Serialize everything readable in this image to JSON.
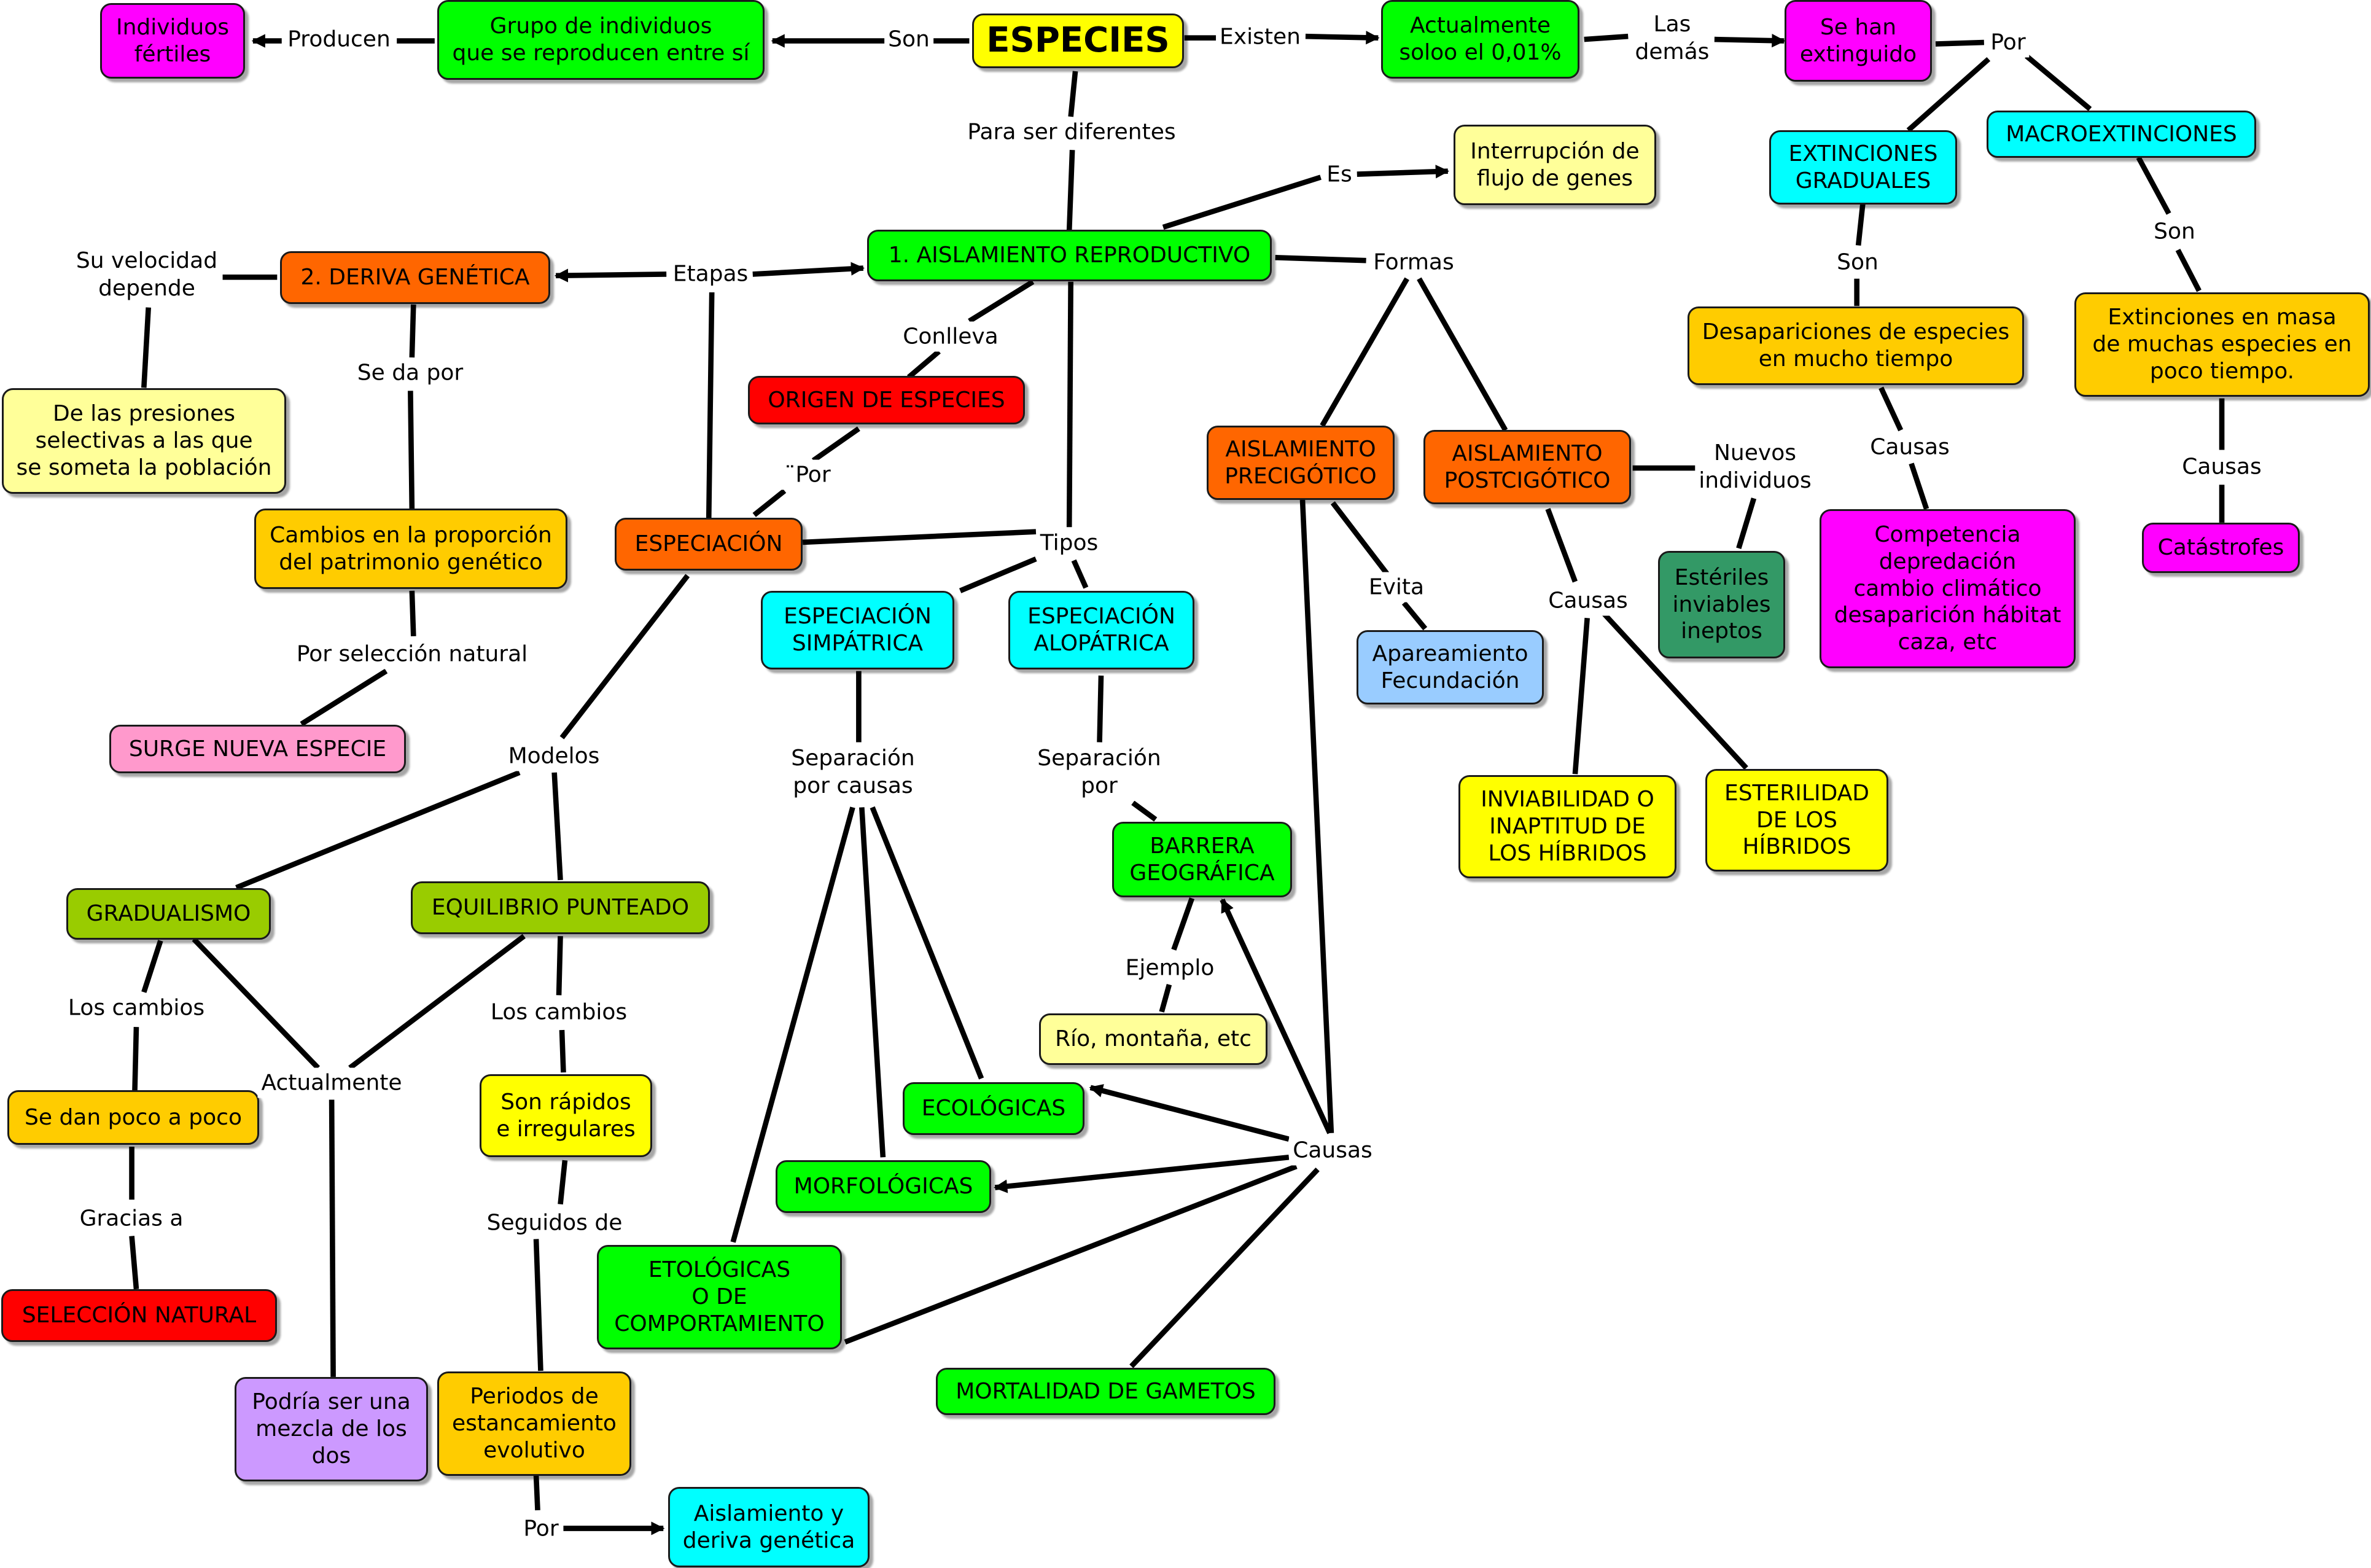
{
  "colors": {
    "yellow_title": "#ffff00",
    "green": "#00ff00",
    "magenta": "#ff00ff",
    "pale_yellow": "#ffff99",
    "orange_dark": "#ff6600",
    "red": "#ff0000",
    "cyan": "#00ffff",
    "amber": "#ffcc00",
    "yellow": "#ffff00",
    "yellow_green": "#99cc00",
    "pink": "#ff99cc",
    "light_blue": "#99ccff",
    "sea_green": "#339966",
    "lavender": "#cc99ff"
  },
  "nodes": {
    "especies": "ESPECIES",
    "grupo": "Grupo de individuos\nque se reproducen entre sí",
    "individuos_fertiles": "Individuos\nfértiles",
    "actualmente": "Actualmente\nsoloo el 0,01%",
    "extinguido": "Se han\nextinguido",
    "ext_graduales": "EXTINCIONES\nGRADUALES",
    "macroext": "MACROEXTINCIONES",
    "desapariciones": "Desapariciones de especies\nen mucho tiempo",
    "ext_masa": "Extinciones en masa\nde muchas especies en\npoco tiempo.",
    "competencia": "Competencia\ndepredación\ncambio climático\ndesaparición hábitat\ncaza, etc",
    "catastrofes": "Catástrofes",
    "interrupcion": "Interrupción de\nflujo de genes",
    "aislamiento_rep": "1. AISLAMIENTO REPRODUCTIVO",
    "deriva": "2. DERIVA GENÉTICA",
    "presiones": "De las presiones\nselectivas a las que\nse someta la población",
    "cambios_prop": "Cambios en la proporción\ndel patrimonio genético",
    "surge": "SURGE NUEVA ESPECIE",
    "origen": "ORIGEN DE ESPECIES",
    "especiacion": "ESPECIACIÓN",
    "simpatrica": "ESPECIACIÓN\nSIMPÁTRICA",
    "alopatrica": "ESPECIACIÓN\nALOPÁTRICA",
    "barrera": "BARRERA\nGEOGRÁFICA",
    "rio": "Río, montaña, etc",
    "ecologicas": "ECOLÓGICAS",
    "morfologicas": "MORFOLÓGICAS",
    "etologicas": "ETOLÓGICAS\nO DE\nCOMPORTAMIENTO",
    "mortalidad": "MORTALIDAD DE GAMETOS",
    "precigotico": "AISLAMIENTO\nPRECIGÓTICO",
    "postcigotico": "AISLAMIENTO\nPOSTCIGÓTICO",
    "apareamiento": "Apareamiento\nFecundación",
    "esteriles": "Estériles\ninviables\nineptos",
    "inviabilidad": "INVIABILIDAD O\nINAPTITUD DE\nLOS HÍBRIDOS",
    "esterilidad": "ESTERILIDAD\nDE LOS\nHÍBRIDOS",
    "gradualismo": "GRADUALISMO",
    "equilibrio": "EQUILIBRIO PUNTEADO",
    "poco_a_poco": "Se dan poco a poco",
    "seleccion": "SELECCIÓN NATURAL",
    "mezcla": "Podría ser una\nmezcla de los\ndos",
    "rapidos": "Son rápidos\ne irregulares",
    "periodos": "Periodos de\nestancamiento\nevolutivo",
    "aisl_deriva": "Aislamiento y\nderiva genética"
  },
  "labels": {
    "son_top": "Son",
    "producen": "Producen",
    "existen": "Existen",
    "las_demas": "Las\ndemás",
    "por_ext": "Por",
    "son_ext_grad": "Son",
    "son_macro": "Son",
    "causas_desap": "Causas",
    "causas_masa": "Causas",
    "para_ser": "Para ser diferentes",
    "es": "Es",
    "etapas": "Etapas",
    "formas": "Formas",
    "su_velocidad": "Su velocidad\ndepende",
    "se_da_por": "Se da por",
    "por_seleccion": "Por selección natural",
    "conlleva": "Conlleva",
    "por_origen": "¨Por",
    "tipos": "Tipos",
    "modelos": "Modelos",
    "separacion_causas": "Separación\npor causas",
    "separacion_por": "Separación\npor",
    "ejemplo": "Ejemplo",
    "causas_mid": "Causas",
    "evita": "Evita",
    "nuevos_individuos": "Nuevos\nindividuos",
    "causas_post": "Causas",
    "los_cambios_g": "Los cambios",
    "gracias_a": "Gracias a",
    "actualmente_lbl": "Actualmente",
    "los_cambios_e": "Los cambios",
    "seguidos_de": "Seguidos de",
    "por_bottom": "Por"
  }
}
